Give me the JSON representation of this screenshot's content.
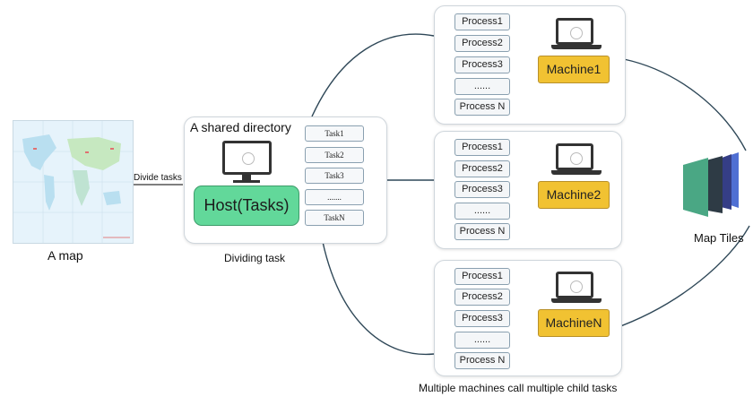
{
  "left": {
    "map_caption": "A map",
    "arrow_label": "Divide tasks"
  },
  "shared": {
    "title": "A shared directory",
    "host_label": "Host(Tasks)",
    "caption": "Dividing task",
    "tasks": [
      "Task1",
      "Task2",
      "Task3",
      ".......",
      "TaskN"
    ]
  },
  "machines": [
    {
      "name": "Machine1",
      "processes": [
        "Process1",
        "Process2",
        "Process3",
        "......",
        "Process N"
      ]
    },
    {
      "name": "Machine2",
      "processes": [
        "Process1",
        "Process2",
        "Process3",
        "......",
        "Process N"
      ]
    },
    {
      "name": "MachineN",
      "processes": [
        "Process1",
        "Process2",
        "Process3",
        "......",
        "Process N"
      ]
    }
  ],
  "machines_caption": "Multiple machines call multiple child tasks",
  "output": {
    "label": "Map Tiles",
    "tile_colors": [
      "#4aa784",
      "#2e3b45",
      "#353e86",
      "#4f6fd3"
    ]
  },
  "colors": {
    "machine": "#f1c232",
    "host": "#62d89a",
    "wire": "#2f4858"
  }
}
